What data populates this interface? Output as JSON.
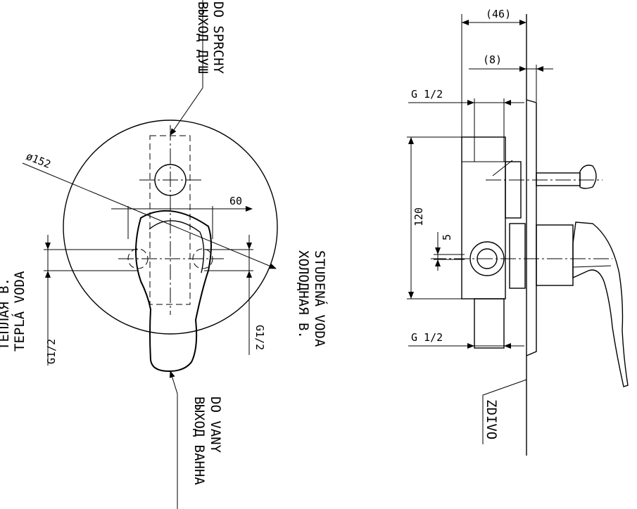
{
  "front_view": {
    "diameter": "ø152",
    "dim_spacing": "60",
    "thread_left": "G1/2",
    "thread_right": "G1/2",
    "outlet_top": {
      "line1": "DO SPRCHY",
      "line2": "ВЫХОД ДУШ"
    },
    "outlet_bottom": {
      "line1": "DO VANY",
      "line2": "ВЫХОД ВАННА"
    },
    "warm_water": {
      "line1": "TEPLÁ VODA",
      "line2": "ТЁПЛАЯ В."
    },
    "cold_water": {
      "line1": "STUDENÁ VODA",
      "line2": "ХОЛОДНАЯ В."
    }
  },
  "side_view": {
    "depth_total": "(46)",
    "plate_thickness": "(8)",
    "thread_top": "G 1/2",
    "thread_bottom": "G 1/2",
    "height": "120",
    "offset": "5",
    "wall_label": "ZDIVO"
  }
}
